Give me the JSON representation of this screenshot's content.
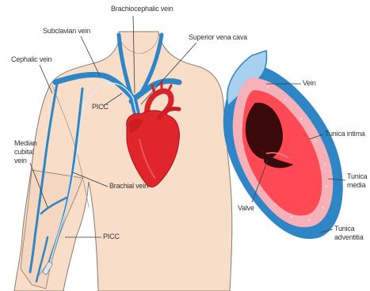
{
  "labels": {
    "brachiocephalic_vein": "Brachiocephalic vein",
    "subclavian_vein": "Subclavian vein",
    "superior_vena_cava": "Superior vena cava",
    "cephalic_vein": "Cephalic vein",
    "picc_upper": "PICC",
    "median_cubital_vein": "Median\ncubital\nvein",
    "brachial_vein": "Brachial vein",
    "picc_lower": "PICC",
    "vein": "Vein",
    "tunica_intima": "Tunica intima",
    "tunica_media": "Tunica\nmedia",
    "valve": "Valve",
    "tunica_adventitia": "Tunica\nadventitia"
  },
  "colors": {
    "skin": "#f8ddc8",
    "skin_outline": "#8a7a72",
    "vein_blue": "#2f86c6",
    "vein_light": "#a9d0ee",
    "heart_red": "#e0262a",
    "media_pink": "#f6b0b8",
    "intima_red": "#ff4a55",
    "lumen_dark": "#3a0a0a"
  }
}
